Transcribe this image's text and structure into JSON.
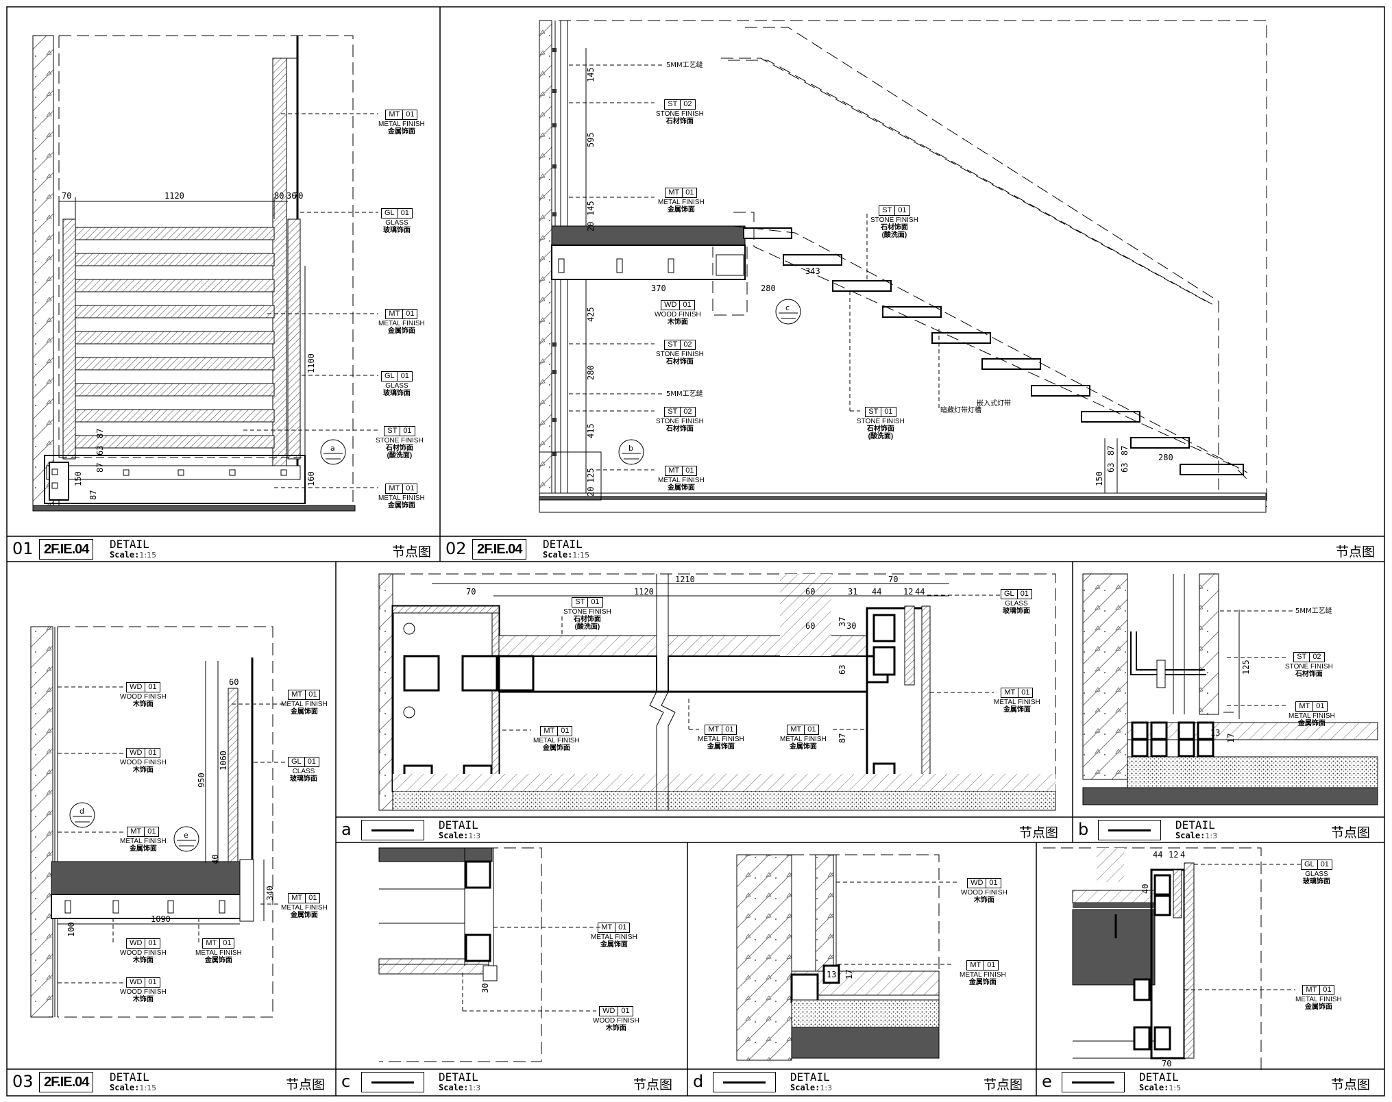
{
  "panels": [
    {
      "num": "01",
      "code": "2F.IE.04",
      "title": "DETAIL",
      "scale_label": "Scale:",
      "scale": "1:15",
      "cn": "节点图"
    },
    {
      "num": "02",
      "code": "2F.IE.04",
      "title": "DETAIL",
      "scale_label": "Scale:",
      "scale": "1:15",
      "cn": "节点图"
    },
    {
      "num": "03",
      "code": "2F.IE.04",
      "title": "DETAIL",
      "scale_label": "Scale:",
      "scale": "1:15",
      "cn": "节点图"
    },
    {
      "num": "a",
      "code": "",
      "title": "DETAIL",
      "scale_label": "Scale:",
      "scale": "1:3",
      "cn": "节点图"
    },
    {
      "num": "b",
      "code": "",
      "title": "DETAIL",
      "scale_label": "Scale:",
      "scale": "1:3",
      "cn": "节点图"
    },
    {
      "num": "c",
      "code": "",
      "title": "DETAIL",
      "scale_label": "Scale:",
      "scale": "1:3",
      "cn": "节点图"
    },
    {
      "num": "d",
      "code": "",
      "title": "DETAIL",
      "scale_label": "Scale:",
      "scale": "1:3",
      "cn": "节点图"
    },
    {
      "num": "e",
      "code": "",
      "title": "DETAIL",
      "scale_label": "Scale:",
      "scale": "1:5",
      "cn": "节点图"
    }
  ],
  "tags": {
    "mt01": {
      "code": "MT",
      "num": "01",
      "en": "METAL FINISH",
      "cn": "金属饰面"
    },
    "gl01": {
      "code": "GL",
      "num": "01",
      "en": "GLASS",
      "cn": "玻璃饰面"
    },
    "st01": {
      "code": "ST",
      "num": "01",
      "en": "STONE FINISH",
      "cn": "石材饰面",
      "cn2": "(酸洗面)"
    },
    "st02": {
      "code": "ST",
      "num": "02",
      "en": "STONE FINISH",
      "cn": "石材饰面"
    },
    "wd01": {
      "code": "WD",
      "num": "01",
      "en": "WOOD FINISH",
      "cn": "木饰面"
    },
    "class01": {
      "en": "CLASS"
    }
  },
  "notes": {
    "joint": "5MM工艺缝",
    "stair_note1": "嵌入式灯带",
    "stair_note2": "暗藏灯带灯槽"
  },
  "callouts": {
    "a": "a",
    "b": "b",
    "c": "c",
    "d": "d",
    "e": "e"
  },
  "dims": {
    "p1": [
      "70",
      "1120",
      "80",
      "30",
      "70",
      "1100",
      "160",
      "87",
      "63",
      "87",
      "150",
      "87"
    ],
    "p2": [
      "145",
      "595",
      "145",
      "20",
      "425",
      "280",
      "415",
      "125",
      "20",
      "370",
      "280",
      "343",
      "280",
      "87",
      "63",
      "87",
      "63",
      "150"
    ],
    "p3": [
      "60",
      "1060",
      "950",
      "1090",
      "40",
      "340",
      "100"
    ],
    "pa": [
      "70",
      "1120",
      "1210",
      "60",
      "31",
      "44",
      "12",
      "44",
      "70",
      "60",
      "30",
      "37",
      "63",
      "87"
    ],
    "pb": [
      "125",
      "13",
      "17"
    ],
    "pc": [
      "30"
    ],
    "pd": [
      "13",
      "17"
    ],
    "pe": [
      "44",
      "12",
      "4",
      "40",
      "70"
    ]
  }
}
